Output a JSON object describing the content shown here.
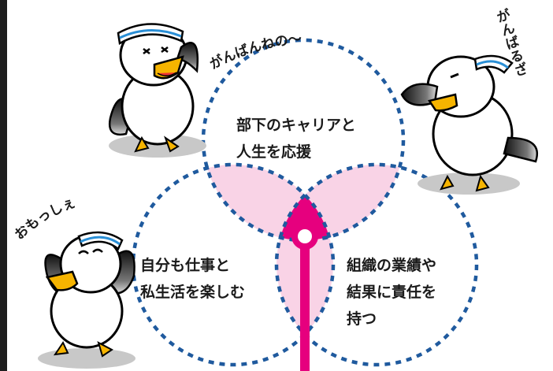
{
  "circles": {
    "top": {
      "lines": [
        "部下のキャリアと",
        "人生を応援"
      ]
    },
    "left": {
      "lines": [
        "自分も仕事と",
        "私生活を楽しむ"
      ]
    },
    "right": {
      "lines": [
        "組織の業績や",
        "結果に責任を",
        "持つ"
      ]
    }
  },
  "bird_speech": {
    "top_left": "がんばんねの〜",
    "top_right": "がんばるざ",
    "bottom_left": "おもっしぇ"
  },
  "colors": {
    "circle_outline": "#1f5a9e",
    "overlap_fill": "#f9d3e6",
    "center_fill": "#e6007e",
    "pin": "#e6007e",
    "bird_shadow": "#c8c8c8",
    "beak": "#f6b400"
  }
}
